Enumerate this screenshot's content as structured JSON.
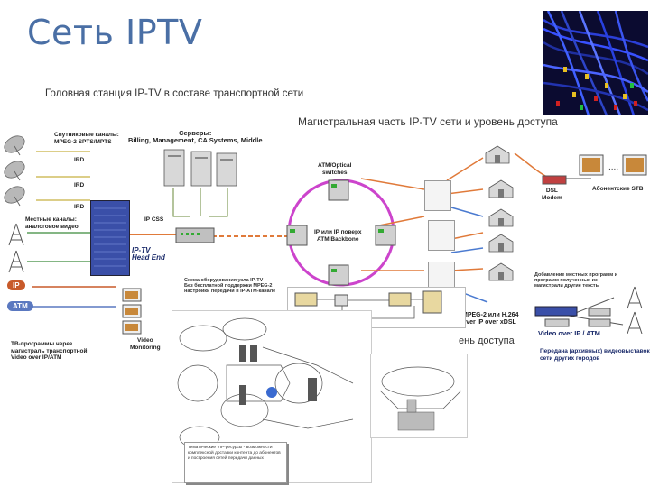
{
  "slide": {
    "title": "Сеть IPTV"
  },
  "diagram": {
    "headend_title": "Головная станция IP-TV в составе транспортной сети",
    "backbone_title": "Магистральная часть IP-TV сети и уровень доступа",
    "sat_channels": "Спутниковые каналы:\nMPEG-2 SPTS/MPTS",
    "servers": "Серверы:\nBilling, Management, CA Systems, Middle",
    "ird1": "IRD",
    "ird2": "IRD",
    "ird3": "IRD",
    "local_channels": "Местные каналы:\nаналоговое видео",
    "ipcss": "IP CSS",
    "iptv_headend": "IP-TV\nHead End",
    "atm_optical": "ATM/Optical\nswitches",
    "ip_atm_backbone": "IP или IP поверх\nATM Backbone",
    "dsl_modem": "DSL\nModem",
    "stb": "Абонентские STB",
    "local_ad": "Добавление местных программ и\nпрограмм полученных из\nмагистрали другие тексты",
    "mpeg_h264": "MPEG-2 или H.264\nover IP over xDSL",
    "access_level": "ень доступа",
    "video_ip_atm": "Video over IP / ATM",
    "transfer_note": "Передача (архивных) видеовыставок в\nсети других городов",
    "ip_chip": "IP",
    "atm_chip": "ATM",
    "tv_programs": "ТВ-программы через\nмагистраль транспортной\nVideo over IP/ATM",
    "video_monitoring": "Video\nMonitoring",
    "mux_note": "Схема оборудования узла IP-TV\nБез бесплатной поддержки MPEG-2\nнастройки передачи в IP-ATM-канале",
    "bottom_note": "Тематические VIP-ресурсы - возможности\nкомплексной доставки контента до абонентов\nи построения сетей передачи данных"
  },
  "colors": {
    "title": "#4a6fa5",
    "ring": "#cc44cc",
    "ip_chip": "#c85a2a",
    "atm_chip": "#5a78c0",
    "line_orange": "#e07a3a",
    "line_blue": "#4a7ad0"
  }
}
